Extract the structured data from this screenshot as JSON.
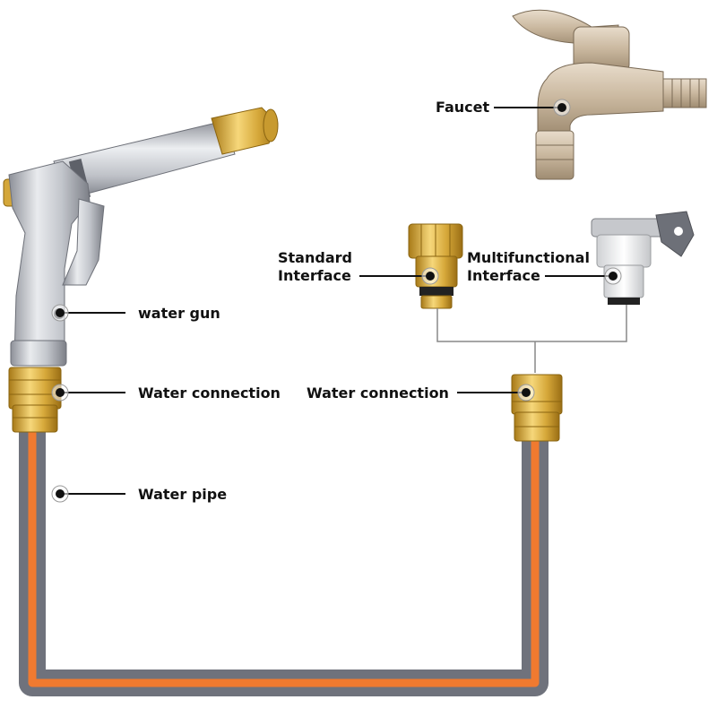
{
  "labels": {
    "faucet": "Faucet",
    "standard_interface": [
      "Standard",
      "Interface"
    ],
    "multifunctional_interface": [
      "Multifunctional",
      "Interface"
    ],
    "water_gun": "water gun",
    "water_connection_left": "Water connection",
    "water_connection_right": "Water connection",
    "water_pipe": "Water pipe"
  },
  "colors": {
    "hose_gray": "#6f727c",
    "hose_orange": "#f07a30",
    "brass": "#d9ad3c",
    "chrome": "#b9bcc3",
    "leader_line": "#111111",
    "bracket_line": "#888888"
  }
}
